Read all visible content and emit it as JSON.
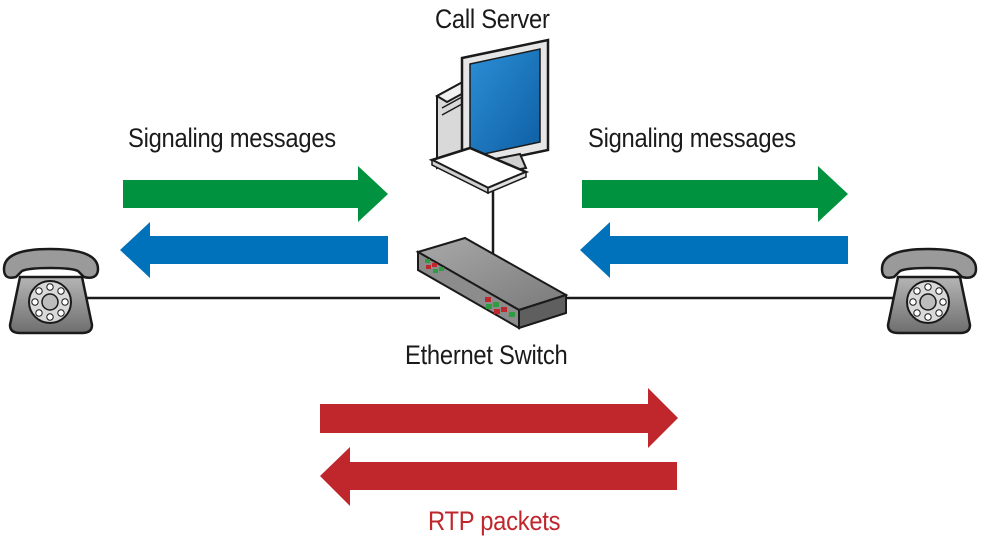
{
  "labels": {
    "call_server": "Call Server",
    "signaling_left": "Signaling messages",
    "signaling_right": "Signaling messages",
    "ethernet_switch": "Ethernet Switch",
    "rtp_packets": "RTP packets"
  },
  "colors": {
    "signaling_forward": "#00923f",
    "signaling_return": "#0072bc",
    "rtp": "#c0272d",
    "wire": "#1a1a1a",
    "monitor_screen": "#1b75bc",
    "phone_body": "#8a8a8a",
    "switch_body": "#7d7d7d"
  },
  "icons": {
    "left_phone": "telephone-icon",
    "right_phone": "telephone-icon",
    "server": "computer-monitor-icon",
    "switch": "ethernet-switch-icon"
  }
}
